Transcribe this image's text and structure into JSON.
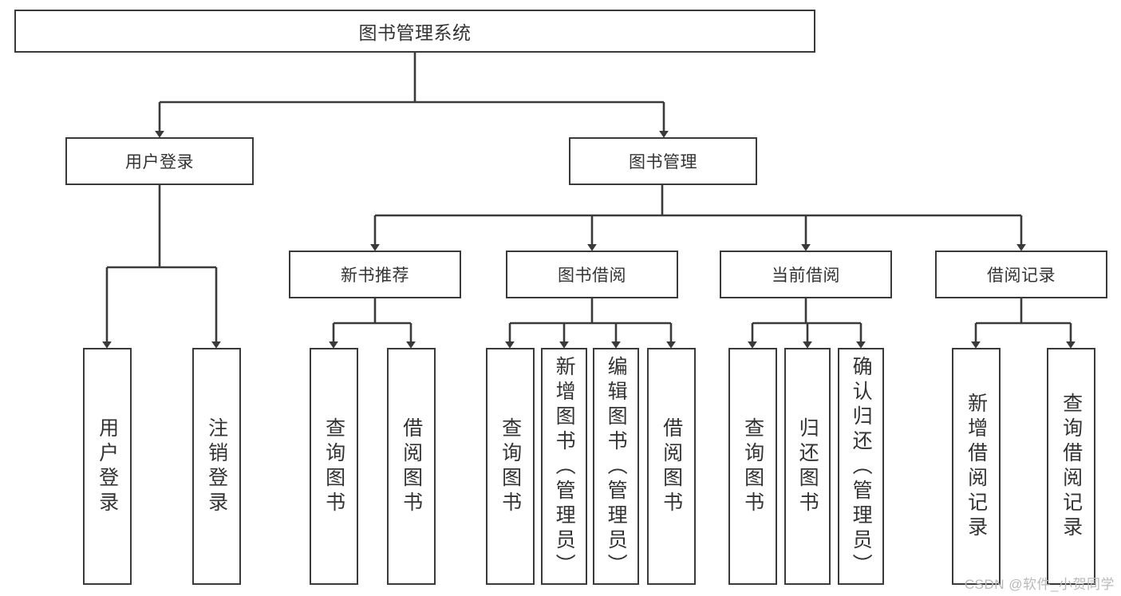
{
  "diagram": {
    "type": "tree",
    "title": "图书管理系统",
    "watermark": "CSDN @软件_小贺同学",
    "colors": {
      "stroke": "#3a3a3a",
      "text": "#333333",
      "background": "#ffffff",
      "watermark": "#b9b9b9"
    },
    "root": {
      "label": "图书管理系统"
    },
    "level1": [
      {
        "id": "user-login",
        "label": "用户登录"
      },
      {
        "id": "book-management",
        "label": "图书管理"
      }
    ],
    "level2": [
      {
        "id": "new-book-recommend",
        "label": "新书推荐",
        "parent": "book-management"
      },
      {
        "id": "book-borrow",
        "label": "图书借阅",
        "parent": "book-management"
      },
      {
        "id": "current-borrow",
        "label": "当前借阅",
        "parent": "book-management"
      },
      {
        "id": "borrow-record",
        "label": "借阅记录",
        "parent": "book-management"
      }
    ],
    "leaves": [
      {
        "id": "leaf-user-login",
        "label": "用户登录",
        "parent": "user-login"
      },
      {
        "id": "leaf-logout",
        "label": "注销登录",
        "parent": "user-login"
      },
      {
        "id": "leaf-query-book-1",
        "label": "查询图书",
        "parent": "new-book-recommend"
      },
      {
        "id": "leaf-borrow-book-1",
        "label": "借阅图书",
        "parent": "new-book-recommend"
      },
      {
        "id": "leaf-query-book-2",
        "label": "查询图书",
        "parent": "book-borrow"
      },
      {
        "id": "leaf-add-book",
        "label": "新增图书（管理员）",
        "parent": "book-borrow"
      },
      {
        "id": "leaf-edit-book",
        "label": "编辑图书（管理员）",
        "parent": "book-borrow"
      },
      {
        "id": "leaf-borrow-book-2",
        "label": "借阅图书",
        "parent": "book-borrow"
      },
      {
        "id": "leaf-query-book-3",
        "label": "查询图书",
        "parent": "current-borrow"
      },
      {
        "id": "leaf-return-book",
        "label": "归还图书",
        "parent": "current-borrow"
      },
      {
        "id": "leaf-confirm-return",
        "label": "确认归还（管理员）",
        "parent": "current-borrow"
      },
      {
        "id": "leaf-add-record",
        "label": "新增借阅记录",
        "parent": "borrow-record"
      },
      {
        "id": "leaf-query-record",
        "label": "查询借阅记录",
        "parent": "borrow-record"
      }
    ]
  }
}
